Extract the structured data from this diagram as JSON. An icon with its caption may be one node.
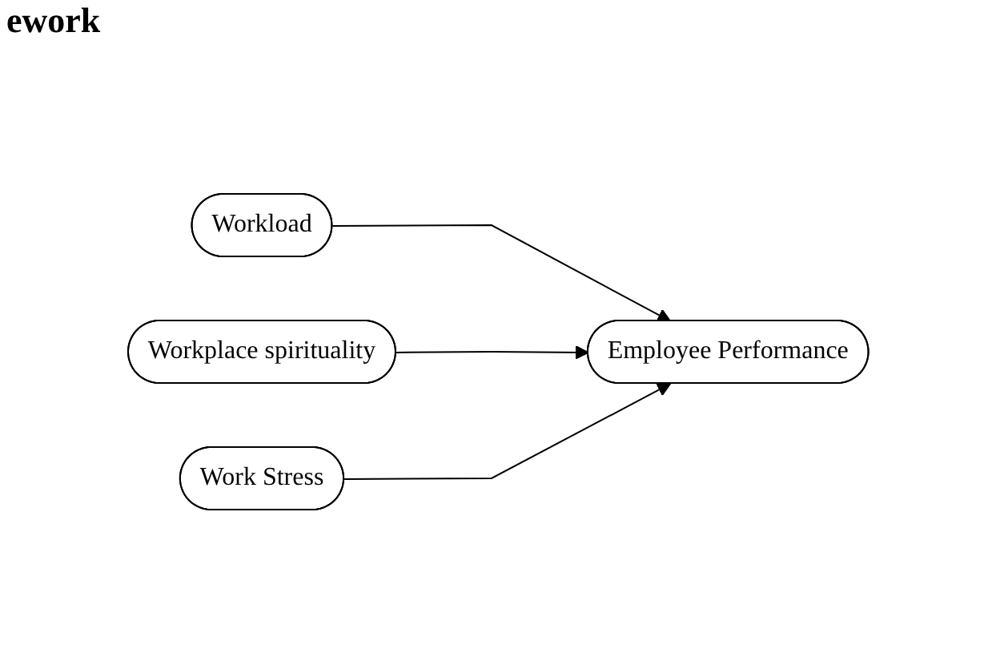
{
  "diagram": {
    "title": "ework",
    "nodes": [
      {
        "text": [
          "Workload"
        ]
      },
      {
        "text": [
          "Workplace spirituality"
        ]
      },
      {
        "text": [
          "Work Stress"
        ]
      },
      {
        "text": [
          "Employee Performance"
        ]
      }
    ],
    "edges": [
      {
        "from": 0,
        "to": 3,
        "arrow": "to"
      },
      {
        "from": 1,
        "to": 3,
        "arrow": "to"
      },
      {
        "from": 2,
        "to": 3,
        "arrow": "to"
      }
    ]
  }
}
